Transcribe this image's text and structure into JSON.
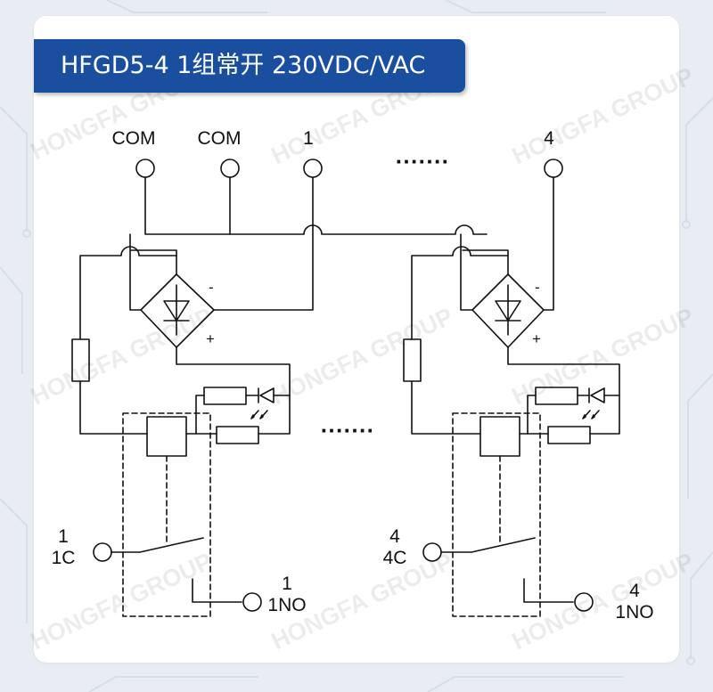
{
  "title": "HFGD5-4 1组常开 230VDC/VAC",
  "watermark": "HONGFA GROUP",
  "terminals": {
    "com1": "COM",
    "com2": "COM",
    "t1": "1",
    "t4": "4"
  },
  "ellipsis": "·······",
  "polarity": {
    "minus": "-",
    "plus": "+"
  },
  "contacts": {
    "c1_num": "1",
    "c1_label": "1C",
    "no1_num": "1",
    "no1_label": "1NO",
    "c4_num": "4",
    "c4_label": "4C",
    "no4_num": "4",
    "no4_label": "1NO"
  },
  "colors": {
    "accent": "#1a4fa0",
    "background": "#e8edf3",
    "card": "#ffffff"
  }
}
